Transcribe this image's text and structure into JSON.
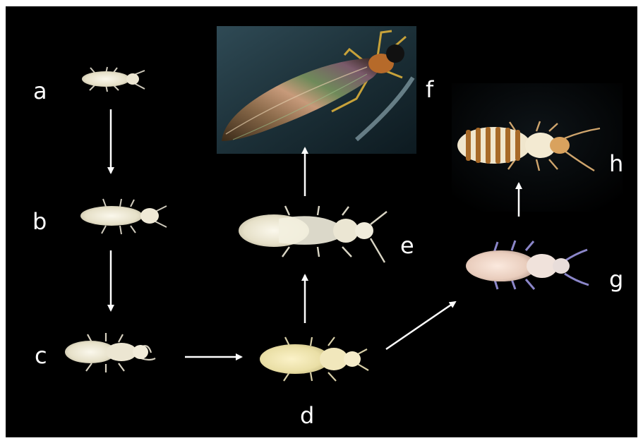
{
  "figure": {
    "background_color": "#000000",
    "frame_color": "#ffffff",
    "arrow_color": "#ffffff",
    "stages": [
      {
        "label": "a"
      },
      {
        "label": "b"
      },
      {
        "label": "c"
      },
      {
        "label": "d"
      },
      {
        "label": "e"
      },
      {
        "label": "f"
      },
      {
        "label": "g"
      },
      {
        "label": "h"
      }
    ]
  }
}
